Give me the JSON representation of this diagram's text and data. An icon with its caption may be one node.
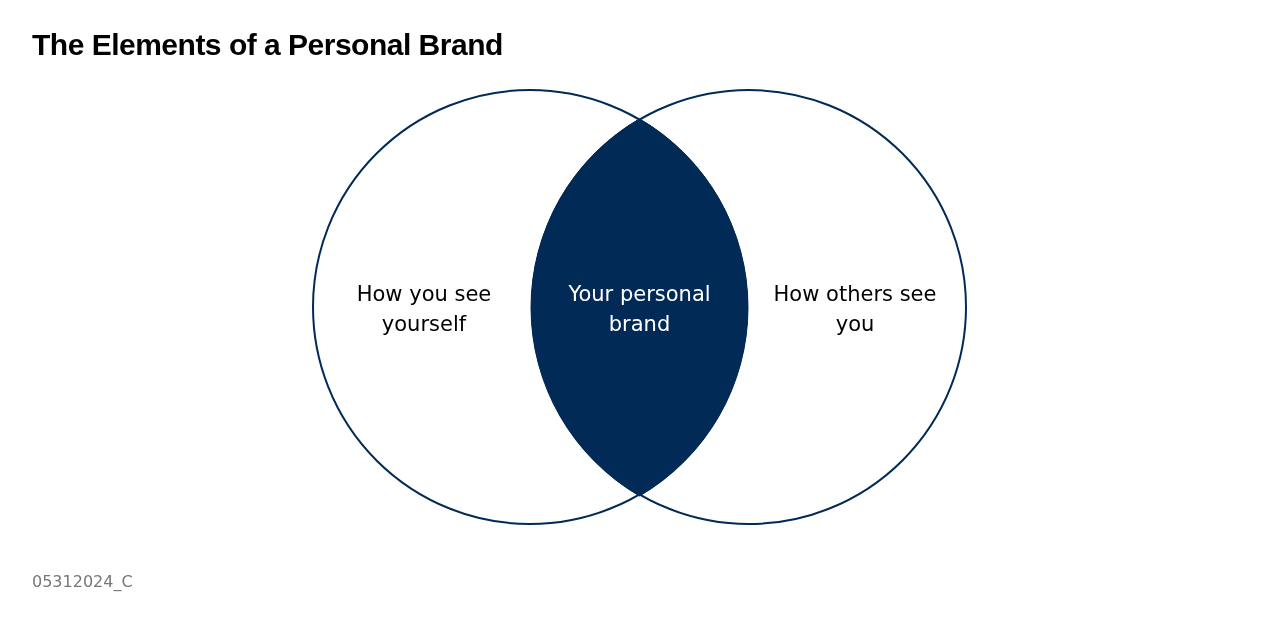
{
  "diagram": {
    "title": "The Elements of a Personal Brand",
    "nodes": [
      {
        "text": [
          "How you see yourself"
        ]
      },
      {
        "text": [
          "How others see you"
        ]
      },
      {
        "text": [
          "Your personal brand"
        ]
      }
    ],
    "edges": [],
    "labels": [
      "05312024_C"
    ]
  }
}
